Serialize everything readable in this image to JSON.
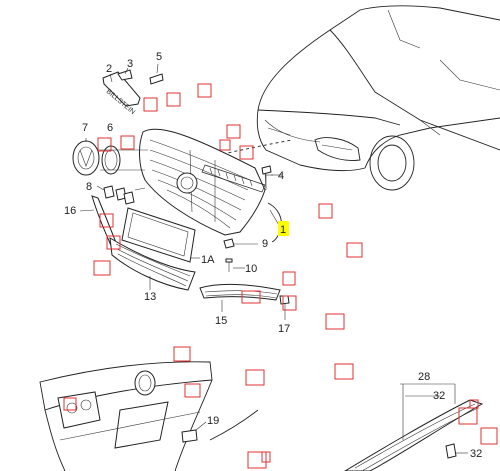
{
  "callouts": [
    {
      "id": "c1",
      "label": "1",
      "highlighted": true
    },
    {
      "id": "c1a",
      "label": "1A"
    },
    {
      "id": "c2",
      "label": "2"
    },
    {
      "id": "c3",
      "label": "3"
    },
    {
      "id": "c4",
      "label": "4"
    },
    {
      "id": "c5",
      "label": "5"
    },
    {
      "id": "c6",
      "label": "6"
    },
    {
      "id": "c7",
      "label": "7"
    },
    {
      "id": "c8",
      "label": "8"
    },
    {
      "id": "c9",
      "label": "9"
    },
    {
      "id": "c10",
      "label": "10"
    },
    {
      "id": "c13",
      "label": "13"
    },
    {
      "id": "c15",
      "label": "15"
    },
    {
      "id": "c16",
      "label": "16"
    },
    {
      "id": "c17",
      "label": "17"
    },
    {
      "id": "c19",
      "label": "19"
    },
    {
      "id": "c28",
      "label": "28"
    },
    {
      "id": "c32a",
      "label": "32"
    },
    {
      "id": "c32b",
      "label": "32"
    }
  ],
  "bracket_text": "BILLSTEIN",
  "colors": {
    "highlight": "#ffff00",
    "marker": "#e03030",
    "line": "#222222"
  },
  "marker_count": 27
}
